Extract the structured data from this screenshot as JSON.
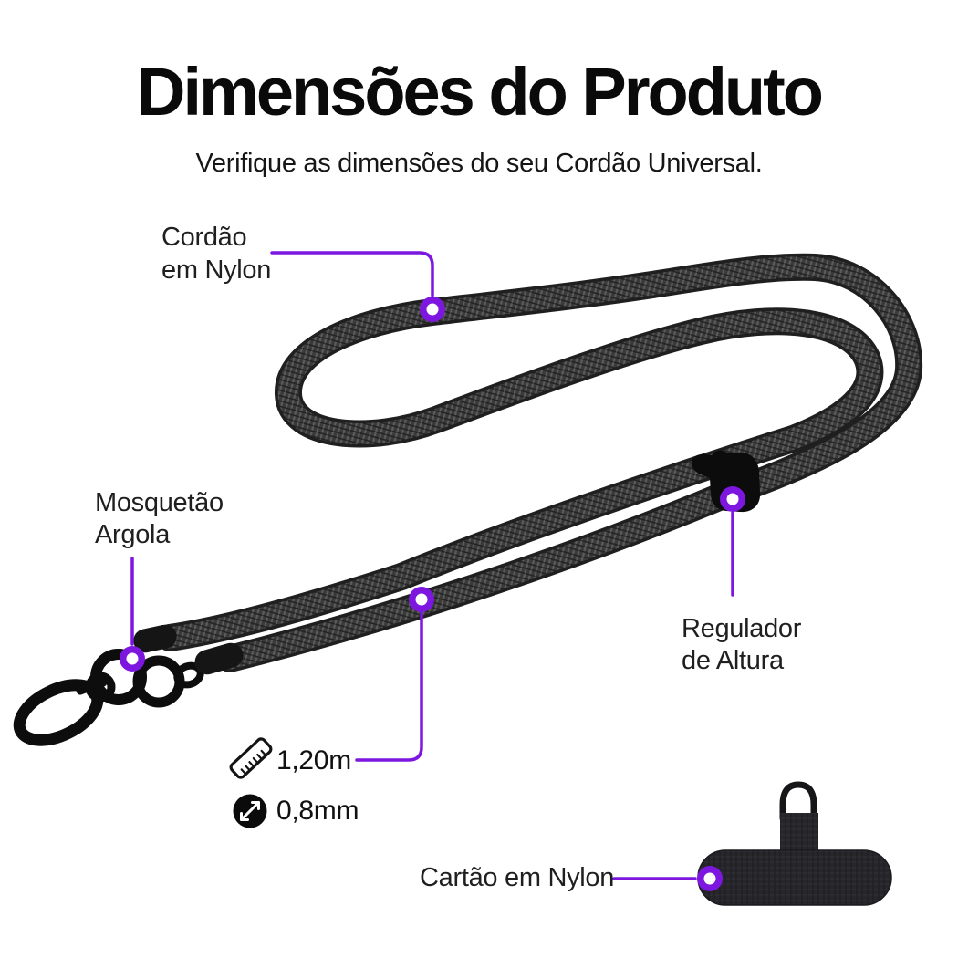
{
  "colors": {
    "background": "#ffffff",
    "accent": "#7d17e0",
    "cord": "#3a3a3a",
    "hardware": "#0d0d0d",
    "text": "#0a0a0a"
  },
  "header": {
    "title": "Dimensões do Produto",
    "subtitle": "Verifique as dimensões do seu Cordão Universal."
  },
  "annotations": {
    "cordao": {
      "line1": "Cordão",
      "line2": "em Nylon"
    },
    "mosquetao": {
      "line1": "Mosquetão",
      "line2": "Argola"
    },
    "regulador": {
      "line1": "Regulador",
      "line2": "de Altura"
    },
    "cartao": {
      "label": "Cartão em Nylon"
    }
  },
  "measurements": {
    "length": {
      "value": "1,20m",
      "icon": "ruler-icon"
    },
    "diameter": {
      "value": "0,8mm",
      "icon": "diameter-icon"
    }
  }
}
